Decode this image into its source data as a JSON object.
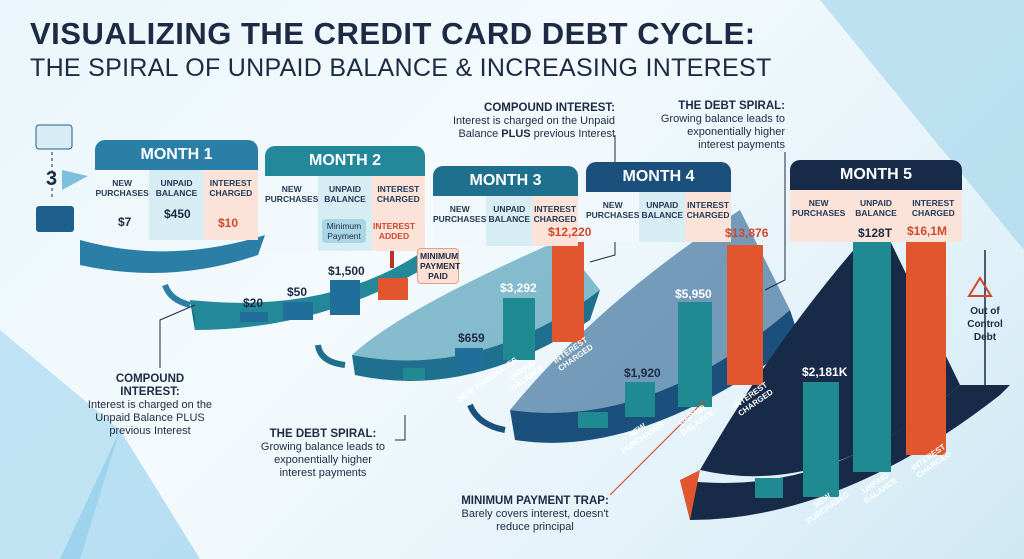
{
  "title": {
    "line1": "VISUALIZING THE CREDIT CARD DEBT CYCLE:",
    "line2": "THE SPIRAL OF UNPAID BALANCE & INCREASING INTEREST"
  },
  "cards_count": "3",
  "columns": [
    "NEW PURCHASES",
    "UNPAID BALANCE",
    "INTEREST CHARGED"
  ],
  "columns_lines": [
    [
      "NEW",
      "PURCHASES"
    ],
    [
      "UNPAID",
      "BALANCE"
    ],
    [
      "INTEREST",
      "CHARGED"
    ]
  ],
  "months": [
    {
      "label": "MONTH 1",
      "color": "#2b7fa6",
      "new": "$7",
      "balance": "$450",
      "interest": "$10"
    },
    {
      "label": "MONTH 2",
      "color": "#23899a",
      "new": "$20",
      "balance": "$50",
      "extra": "$1,500",
      "min_payment": "Minimum Payment",
      "interest_added": "INTEREST ADDED",
      "min_paid": "MINIMUM PAYMENT PAID"
    },
    {
      "label": "MONTH 3",
      "color": "#1f6f8e",
      "new": "$659",
      "balance": "$3,292",
      "interest": "$12,220"
    },
    {
      "label": "MONTH 4",
      "color": "#1b4f7c",
      "new": "$1,920",
      "balance": "$5,950",
      "interest": "$13,876"
    },
    {
      "label": "MONTH 5",
      "color": "#172a48",
      "new": "$2,181K",
      "balance": "$128T",
      "interest": "$16,1M"
    }
  ],
  "out_of_control": "Out of Control Debt",
  "callouts": {
    "compound_top": {
      "title": "COMPOUND INTEREST:",
      "line1": "Interest is charged on the Unpaid",
      "line2_a": "Balance ",
      "line2_b": "PLUS",
      "line2_c": " previous Interest"
    },
    "spiral_top": {
      "title": "THE DEBT SPIRAL:",
      "text": "Growing balance leads to exponentially higher interest payments"
    },
    "compound_left": {
      "title": "COMPOUND INTEREST:",
      "text": "Interest is charged on the Unpaid Balance PLUS previous Interest"
    },
    "spiral_left": {
      "title": "THE DEBT SPIRAL:",
      "text": "Growing balance leads to exponentially higher interest payments"
    },
    "min_trap": {
      "title": "MINIMUM PAYMENT TRAP:",
      "text": "Barely covers interest, doesn't reduce principal"
    }
  },
  "colors": {
    "navy": "#172a48",
    "teal": "#1f8a92",
    "orange": "#e2562f",
    "blue": "#1f5f8b"
  }
}
